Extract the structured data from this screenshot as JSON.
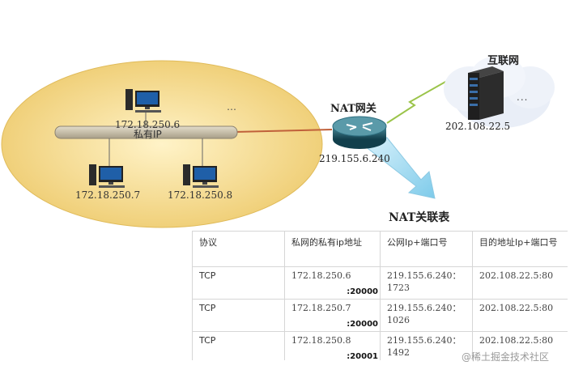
{
  "lan": {
    "bus_label": "私有IP",
    "ellipsis": "…",
    "hosts": [
      {
        "ip": "172.18.250.6"
      },
      {
        "ip": "172.18.250.7"
      },
      {
        "ip": "172.18.250.8"
      }
    ]
  },
  "gateway": {
    "label": "NAT网关",
    "ip": "219.155.6.240"
  },
  "internet": {
    "label": "互联网",
    "server_ip": "202.108.22.5",
    "ellipsis": "..."
  },
  "nat_table": {
    "title": "NAT关联表",
    "headers": [
      "协议",
      "私网的私有ip地址",
      "公网Ip+端口号",
      "目的地址Ip+端口号"
    ],
    "rows": [
      {
        "protocol": "TCP",
        "private_ip": "172.18.250.6",
        "private_port": ":20000",
        "public": "219.155.6.240：1723",
        "dest": "202.108.22.5:80"
      },
      {
        "protocol": "TCP",
        "private_ip": "172.18.250.7",
        "private_port": ":20000",
        "public": "219.155.6.240：1026",
        "dest": "202.108.22.5:80"
      },
      {
        "protocol": "TCP",
        "private_ip": "172.18.250.8",
        "private_port": ":20001",
        "public": "219.155.6.240：1492",
        "dest": "202.108.22.5:80"
      }
    ]
  },
  "watermark": "@稀土掘金技术社区",
  "colors": {
    "lan_fill": "#f2d481",
    "bus": "#c9bfa8",
    "link": "#c0603a",
    "router": "#1e5f6f",
    "cloud": "#e9eef7",
    "arrow": "#8fd3ee"
  }
}
